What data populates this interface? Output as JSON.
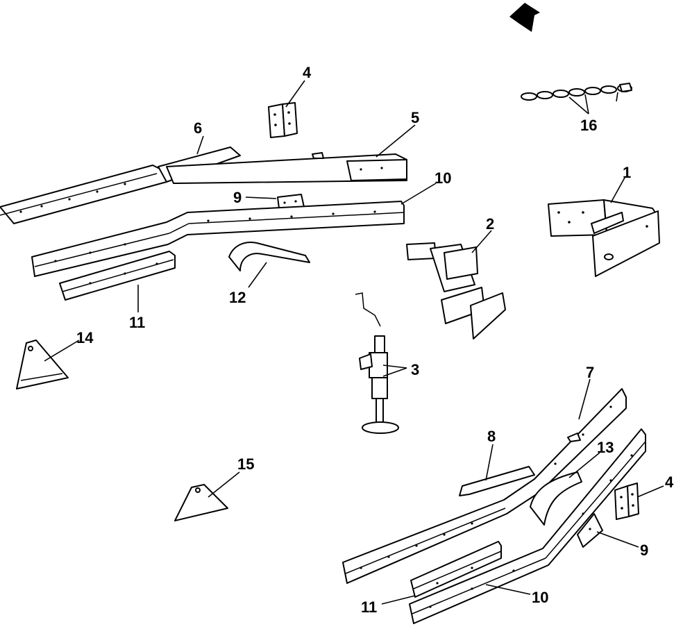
{
  "callouts": {
    "c1": "1",
    "c2": "2",
    "c3": "3",
    "c4a": "4",
    "c4b": "4",
    "c5": "5",
    "c6": "6",
    "c7": "7",
    "c8": "8",
    "c9a": "9",
    "c9b": "9",
    "c10a": "10",
    "c10b": "10",
    "c11a": "11",
    "c11b": "11",
    "c12": "12",
    "c13": "13",
    "c14": "14",
    "c15": "15",
    "c16": "16"
  },
  "icons": {
    "direction_arrow": "front-direction-arrow-icon"
  }
}
